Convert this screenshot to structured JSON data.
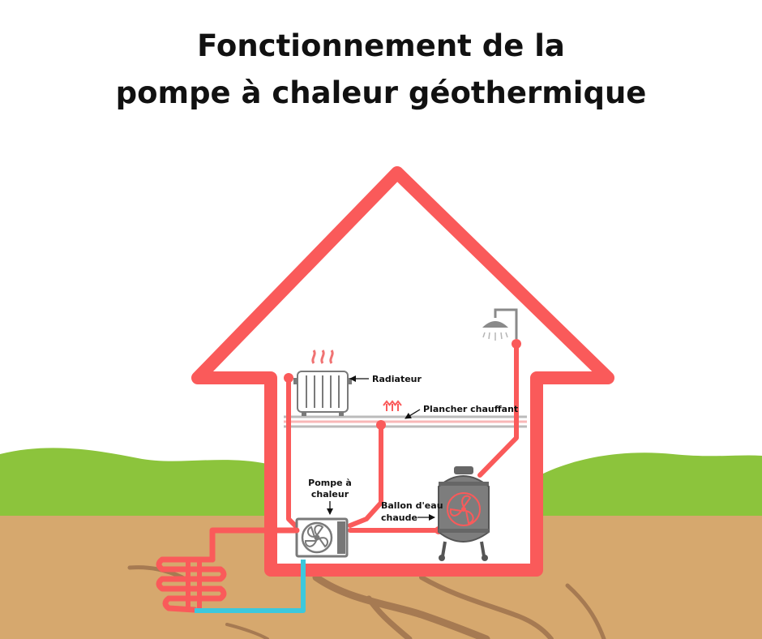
{
  "title": {
    "line1": "Fonctionnement de la",
    "line2": "pompe à chaleur géothermique"
  },
  "labels": {
    "radiateur": "Radiateur",
    "plancher": "Plancher chauffant",
    "pompe_line1": "Pompe à",
    "pompe_line2": "chaleur",
    "ballon_line1": "Ballon d'eau",
    "ballon_line2": "chaude"
  },
  "colors": {
    "house_outline": "#fa5a5a",
    "hot_pipe": "#fa5a5a",
    "cold_pipe": "#3cc8dc",
    "grass": "#8cc43c",
    "soil": "#d6a86e",
    "roots": "#a67a52",
    "floor_lines": "#bbbbbb",
    "appliance_grey": "#7a7a7a"
  },
  "icons": [
    "radiator-icon",
    "heat-waves-icon",
    "shower-icon",
    "heat-pump-fan-icon",
    "water-tank-icon",
    "ground-coil-icon"
  ]
}
